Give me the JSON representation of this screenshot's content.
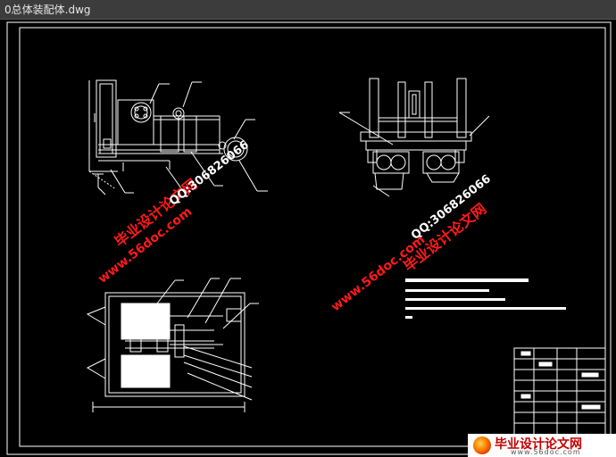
{
  "window": {
    "title": "0总体装配体.dwg"
  },
  "watermarks": {
    "site": "www.56doc.com",
    "cn": "毕业设计论文网",
    "qq": "QQ:306826066"
  },
  "logo": {
    "name": "毕业设计论文网",
    "site": "www.56doc.com"
  },
  "colors": {
    "background": "#000000",
    "line": "#ffffff",
    "watermark_red": "#ff1a1a",
    "watermark_white": "#ffffff"
  }
}
